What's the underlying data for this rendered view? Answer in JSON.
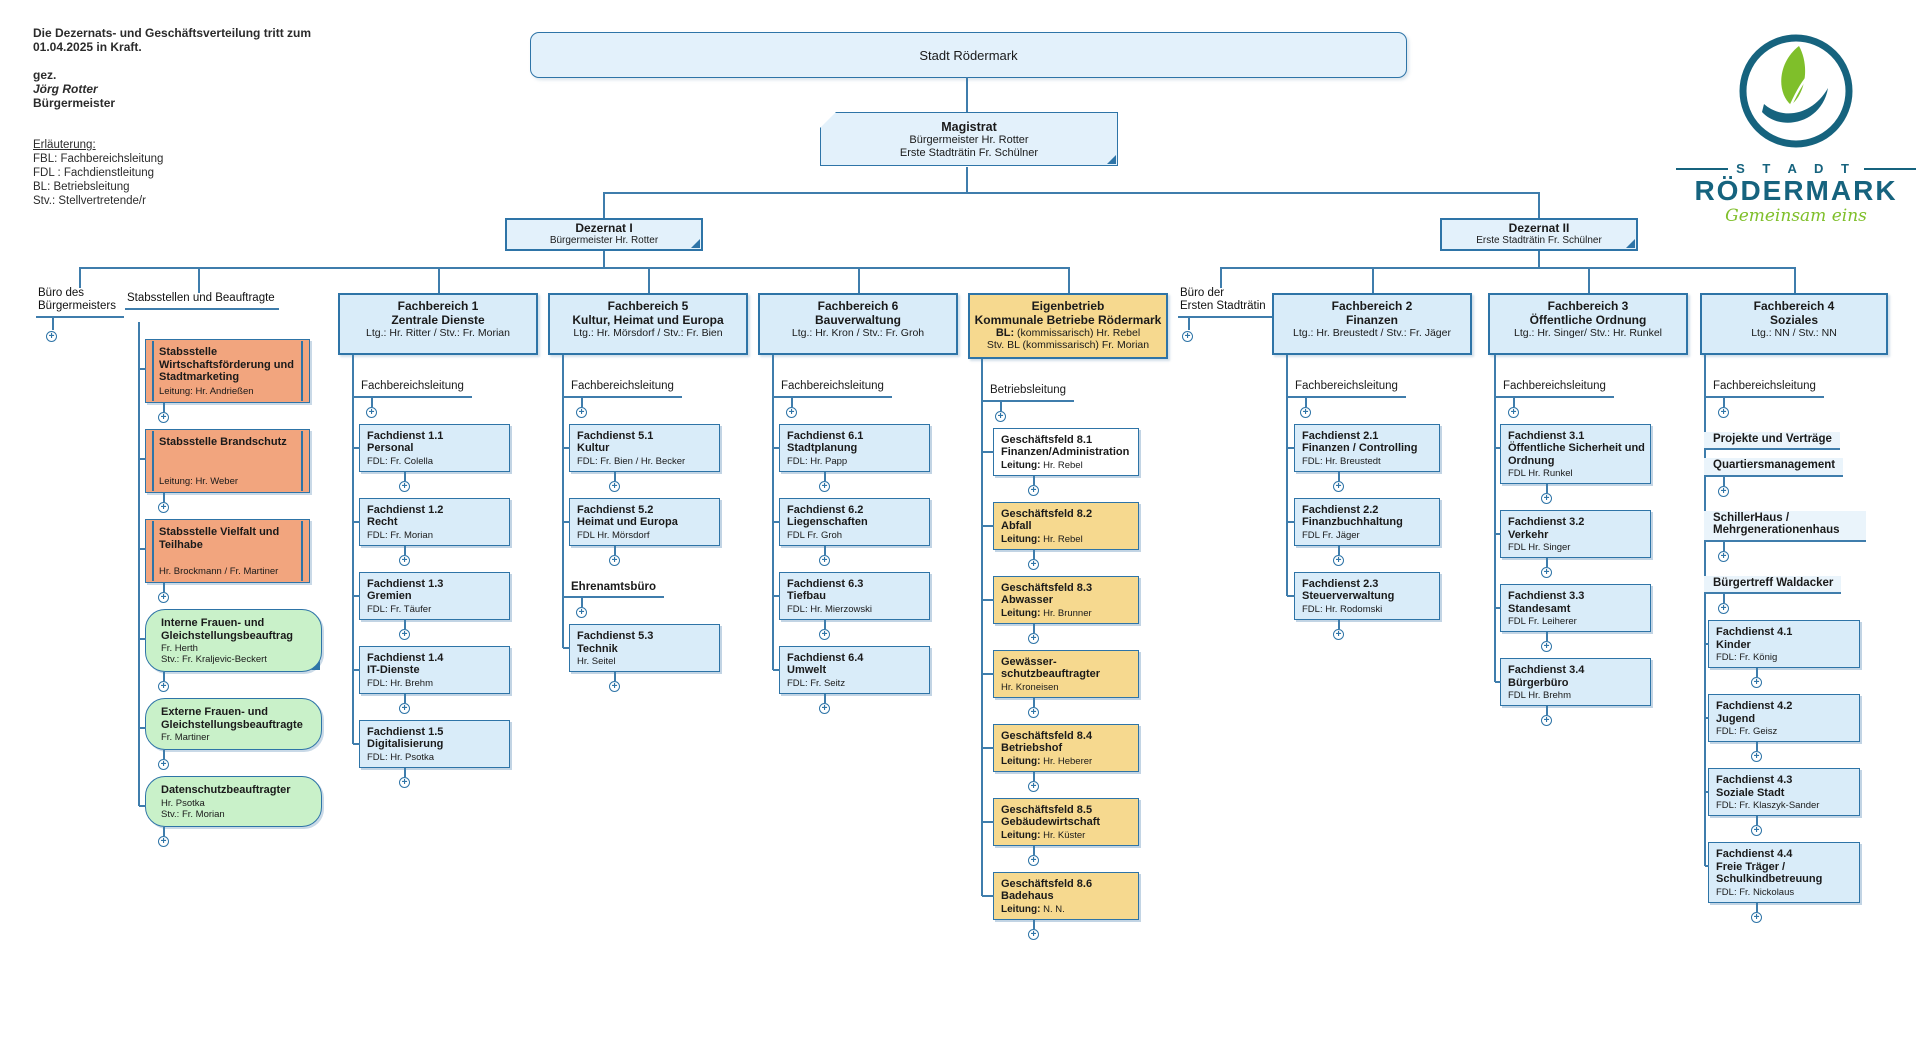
{
  "note": {
    "line1": "Die Dezernats- und Geschäftsverteilung tritt zum",
    "line2": "01.04.2025 in Kraft.",
    "signed": "gez.",
    "signature": "Jörg Rotter",
    "signer_role": "Bürgermeister"
  },
  "legend": {
    "title": "Erläuterung:",
    "items": [
      "FBL: Fachbereichsleitung",
      "FDL : Fachdienstleitung",
      "BL: Betriebsleitung",
      "Stv.: Stellvertretende/r"
    ]
  },
  "root": {
    "title": "Stadt Rödermark"
  },
  "magistrat": {
    "title": "Magistrat",
    "line1": "Bürgermeister Hr. Rotter",
    "line2": "Erste Stadträtin Fr. Schülner"
  },
  "dezernat1": {
    "title": "Dezernat I",
    "subtitle": "Bürgermeister Hr. Rotter"
  },
  "dezernat2": {
    "title": "Dezernat II",
    "subtitle": "Erste Stadträtin Fr. Schülner"
  },
  "offices": {
    "buero_bm_l1": "Büro des",
    "buero_bm_l2": "Bürgermeisters",
    "stabsstellen": "Stabsstellen und Beauftragte",
    "buero_st_l1": "Büro der",
    "buero_st_l2": "Ersten Stadträtin"
  },
  "logo": {
    "stadt": "S T A D T",
    "name": "RÖDERMARK",
    "claim": "Gemeinsam eins",
    "teal": "#16637e",
    "green": "#7fbf2a"
  },
  "colors": {
    "line": "#3f7dac",
    "blue_box": "#d9ecf9",
    "orange_box": "#f2a57e",
    "yellow_box": "#f6d98f",
    "green_box": "#c9f1c9"
  },
  "stab_entries": [
    {
      "type": "box",
      "variant": "orange",
      "title": "Stabsstelle Wirtschaftsförderung und Stadtmarketing",
      "sub": "Leitung: Hr. Andrießen"
    },
    {
      "type": "plus"
    },
    {
      "type": "box",
      "variant": "orange",
      "title": "Stabsstelle Brandschutz",
      "sub": "Leitung: Hr. Weber"
    },
    {
      "type": "plus"
    },
    {
      "type": "box",
      "variant": "orange",
      "title": "Stabsstelle Vielfalt und Teilhabe",
      "sub": "Hr. Brockmann / Fr. Martiner"
    },
    {
      "type": "plus"
    },
    {
      "type": "box",
      "variant": "green",
      "marker": true,
      "title": "Interne Frauen- und Gleichstellungsbeauftrag",
      "sub": "Fr. Herth",
      "sub2": "Stv.: Fr. Kraljevic-Beckert"
    },
    {
      "type": "plus"
    },
    {
      "type": "box",
      "variant": "green",
      "title": "Externe Frauen- und Gleichstellungsbeauftragte",
      "sub": "Fr. Martiner"
    },
    {
      "type": "plus"
    },
    {
      "type": "box",
      "variant": "green",
      "title": "Datenschutzbeauftragter",
      "sub": "Hr. Psotka",
      "sub2": "Stv.: Fr. Morian"
    },
    {
      "type": "plus"
    }
  ],
  "columns": [
    {
      "id": "fb1",
      "header_lines": [
        {
          "text": "Fachbereich 1",
          "bold": true
        },
        {
          "text": "Zentrale Dienste",
          "bold": true
        },
        {
          "text": "Ltg.: Hr. Ritter / Stv.: Fr. Morian"
        }
      ],
      "entries": [
        {
          "type": "label",
          "text": "Fachbereichsleitung"
        },
        {
          "type": "plus"
        },
        {
          "type": "box",
          "num": "Fachdienst  1.1",
          "name": "Personal",
          "sub": "FDL: Fr. Colella"
        },
        {
          "type": "plus"
        },
        {
          "type": "box",
          "num": "Fachdienst  1.2",
          "name": "Recht",
          "sub": "FDL: Fr. Morian"
        },
        {
          "type": "plus"
        },
        {
          "type": "box",
          "num": "Fachdienst  1.3",
          "name": "Gremien",
          "sub": "FDL: Fr. Täufer"
        },
        {
          "type": "plus"
        },
        {
          "type": "box",
          "num": "Fachdienst  1.4",
          "name": "IT-Dienste",
          "sub": "FDL: Hr. Brehm"
        },
        {
          "type": "plus"
        },
        {
          "type": "box",
          "num": "Fachdienst  1.5",
          "name": "Digitalisierung",
          "sub": "FDL: Hr. Psotka"
        },
        {
          "type": "plus"
        }
      ]
    },
    {
      "id": "fb5",
      "header_lines": [
        {
          "text": "Fachbereich 5",
          "bold": true
        },
        {
          "text": "Kultur, Heimat und Europa",
          "bold": true
        },
        {
          "text": "Ltg.: Hr. Mörsdorf / Stv.: Fr. Bien"
        }
      ],
      "entries": [
        {
          "type": "label",
          "text": "Fachbereichsleitung"
        },
        {
          "type": "plus"
        },
        {
          "type": "box",
          "num": "Fachdienst  5.1",
          "name": "Kultur",
          "sub": "FDL: Fr. Bien / Hr. Becker"
        },
        {
          "type": "plus"
        },
        {
          "type": "box",
          "num": "Fachdienst  5.2",
          "name": "Heimat und Europa",
          "sub": "FDL Hr. Mörsdorf"
        },
        {
          "type": "plus"
        },
        {
          "type": "label",
          "text": "Ehrenamtsbüro",
          "bold": true
        },
        {
          "type": "plus"
        },
        {
          "type": "box",
          "num": "Fachdienst 5.3",
          "name": "Technik",
          "sub": "Hr. Seitel"
        },
        {
          "type": "plus"
        }
      ]
    },
    {
      "id": "fb6",
      "header_lines": [
        {
          "text": "Fachbereich 6",
          "bold": true
        },
        {
          "text": "Bauverwaltung",
          "bold": true
        },
        {
          "text": "Ltg.: Hr. Kron / Stv.: Fr. Groh"
        }
      ],
      "entries": [
        {
          "type": "label",
          "text": "Fachbereichsleitung"
        },
        {
          "type": "plus"
        },
        {
          "type": "box",
          "num": "Fachdienst  6.1",
          "name": "Stadtplanung",
          "sub": "FDL: Hr. Papp"
        },
        {
          "type": "plus"
        },
        {
          "type": "box",
          "num": "Fachdienst  6.2",
          "name": "Liegenschaften",
          "sub": "FDL Fr. Groh"
        },
        {
          "type": "plus"
        },
        {
          "type": "box",
          "num": "Fachdienst 6.3",
          "name": "Tiefbau",
          "sub": "FDL: Hr. Mierzowski"
        },
        {
          "type": "plus"
        },
        {
          "type": "box",
          "num": "Fachdienst 6.4",
          "name": "Umwelt",
          "sub": "FDL: Fr. Seitz"
        },
        {
          "type": "plus"
        }
      ]
    },
    {
      "id": "eb",
      "header_variant": "yellow",
      "header_lines": [
        {
          "text": "Eigenbetrieb",
          "bold": true
        },
        {
          "text": "Kommunale Betriebe Rödermark",
          "bold": true
        },
        {
          "prefix": "BL:",
          "text": " (kommissarisch)  Hr. Rebel"
        },
        {
          "text": "Stv. BL (kommissarisch) Fr. Morian"
        }
      ],
      "entries": [
        {
          "type": "label",
          "text": "Betriebsleitung"
        },
        {
          "type": "plus"
        },
        {
          "type": "box",
          "variant": "white",
          "num": "Geschäftsfeld 8.1",
          "name": "Finanzen/Administration",
          "sub_label": "Leitung:",
          "sub": "Hr. Rebel"
        },
        {
          "type": "plus"
        },
        {
          "type": "box",
          "variant": "yellow",
          "num": "Geschäftsfeld 8.2",
          "name": "Abfall",
          "sub_label": "Leitung:",
          "sub": "Hr. Rebel"
        },
        {
          "type": "plus"
        },
        {
          "type": "box",
          "variant": "yellow",
          "num": "Geschäftsfeld 8.3",
          "name": "Abwasser",
          "sub_label": "Leitung:",
          "sub": "Hr. Brunner"
        },
        {
          "type": "plus"
        },
        {
          "type": "box",
          "variant": "yellow",
          "num": "Gewässer-",
          "name": "schutzbeauftragter",
          "sub": "Hr. Kroneisen"
        },
        {
          "type": "plus"
        },
        {
          "type": "box",
          "variant": "yellow",
          "num": "Geschäftsfeld 8.4",
          "name": "Betriebshof",
          "sub_label": "Leitung:",
          "sub": "Hr. Heberer"
        },
        {
          "type": "plus"
        },
        {
          "type": "box",
          "variant": "yellow",
          "num": "Geschäftsfeld 8.5",
          "name": "Gebäudewirtschaft",
          "sub_label": "Leitung:",
          "sub": "Hr. Küster"
        },
        {
          "type": "plus"
        },
        {
          "type": "box",
          "variant": "yellow",
          "num": "Geschäftsfeld 8.6",
          "name": "Badehaus",
          "sub_label": "Leitung:",
          "sub": "N. N."
        },
        {
          "type": "plus"
        }
      ]
    },
    {
      "id": "fb2",
      "header_lines": [
        {
          "text": "Fachbereich 2",
          "bold": true
        },
        {
          "text": "Finanzen",
          "bold": true
        },
        {
          "text": "Ltg.: Hr. Breustedt / Stv.: Fr.  Jäger"
        }
      ],
      "entries": [
        {
          "type": "label",
          "text": "Fachbereichsleitung"
        },
        {
          "type": "plus"
        },
        {
          "type": "box",
          "num": "Fachdienst  2.1",
          "name": "Finanzen / Controlling",
          "sub": "FDL: Hr. Breustedt"
        },
        {
          "type": "plus"
        },
        {
          "type": "box",
          "num": "Fachdienst  2.2",
          "name": "Finanzbuchhaltung",
          "sub": "FDL Fr. Jäger"
        },
        {
          "type": "plus"
        },
        {
          "type": "box",
          "num": "Fachdienst  2.3",
          "name": "Steuerverwaltung",
          "sub": "FDL: Hr. Rodomski"
        },
        {
          "type": "plus"
        }
      ]
    },
    {
      "id": "fb3",
      "header_lines": [
        {
          "text": "Fachbereich 3",
          "bold": true
        },
        {
          "text": "Öffentliche Ordnung",
          "bold": true
        },
        {
          "text": "Ltg.: Hr. Singer/ Stv.: Hr. Runkel"
        }
      ],
      "entries": [
        {
          "type": "label",
          "text": "Fachbereichsleitung"
        },
        {
          "type": "plus"
        },
        {
          "type": "box",
          "num": "Fachdienst  3.1",
          "name": "Öffentliche Sicherheit und Ordnung",
          "sub": "FDL Hr. Runkel"
        },
        {
          "type": "plus"
        },
        {
          "type": "box",
          "num": "Fachdienst  3.2",
          "name": "Verkehr",
          "sub": "FDL Hr. Singer"
        },
        {
          "type": "plus"
        },
        {
          "type": "box",
          "num": "Fachdienst  3.3",
          "name": "Standesamt",
          "sub": "FDL Fr. Leiherer"
        },
        {
          "type": "plus"
        },
        {
          "type": "box",
          "num": "Fachdienst  3.4",
          "name": "Bürgerbüro",
          "sub": "FDL Hr. Brehm"
        },
        {
          "type": "plus"
        }
      ]
    },
    {
      "id": "fb4",
      "header_lines": [
        {
          "text": "Fachbereich 4",
          "bold": true
        },
        {
          "text": "Soziales",
          "bold": true
        },
        {
          "text": "Ltg.: NN / Stv.:  NN"
        }
      ],
      "entries": [
        {
          "type": "label",
          "text": "Fachbereichsleitung"
        },
        {
          "type": "plus"
        },
        {
          "type": "label",
          "text": "Projekte und Verträge",
          "bg": true
        },
        {
          "type": "label",
          "text": "Quartiersmanagement",
          "bg": true
        },
        {
          "type": "plus"
        },
        {
          "type": "label",
          "text": "SchillerHaus / Mehrgenerationenhaus",
          "bg": true
        },
        {
          "type": "plus"
        },
        {
          "type": "label",
          "text": "Bürgertreff Waldacker",
          "bg": true
        },
        {
          "type": "plus"
        },
        {
          "type": "box",
          "num": "Fachdienst  4.1",
          "name": "Kinder",
          "sub": "FDL: Fr. König"
        },
        {
          "type": "plus"
        },
        {
          "type": "box",
          "num": "Fachdienst  4.2",
          "name": "Jugend",
          "sub": "FDL: Fr. Geisz"
        },
        {
          "type": "plus"
        },
        {
          "type": "box",
          "num": "Fachdienst  4.3",
          "name": "Soziale Stadt",
          "sub": "FDL: Fr.  Klaszyk-Sander"
        },
        {
          "type": "plus"
        },
        {
          "type": "box",
          "num": "Fachdienst  4.4",
          "name": "Freie Träger / Schulkindbetreuung",
          "sub": "FDL: Fr. Nickolaus"
        },
        {
          "type": "plus"
        }
      ]
    }
  ]
}
